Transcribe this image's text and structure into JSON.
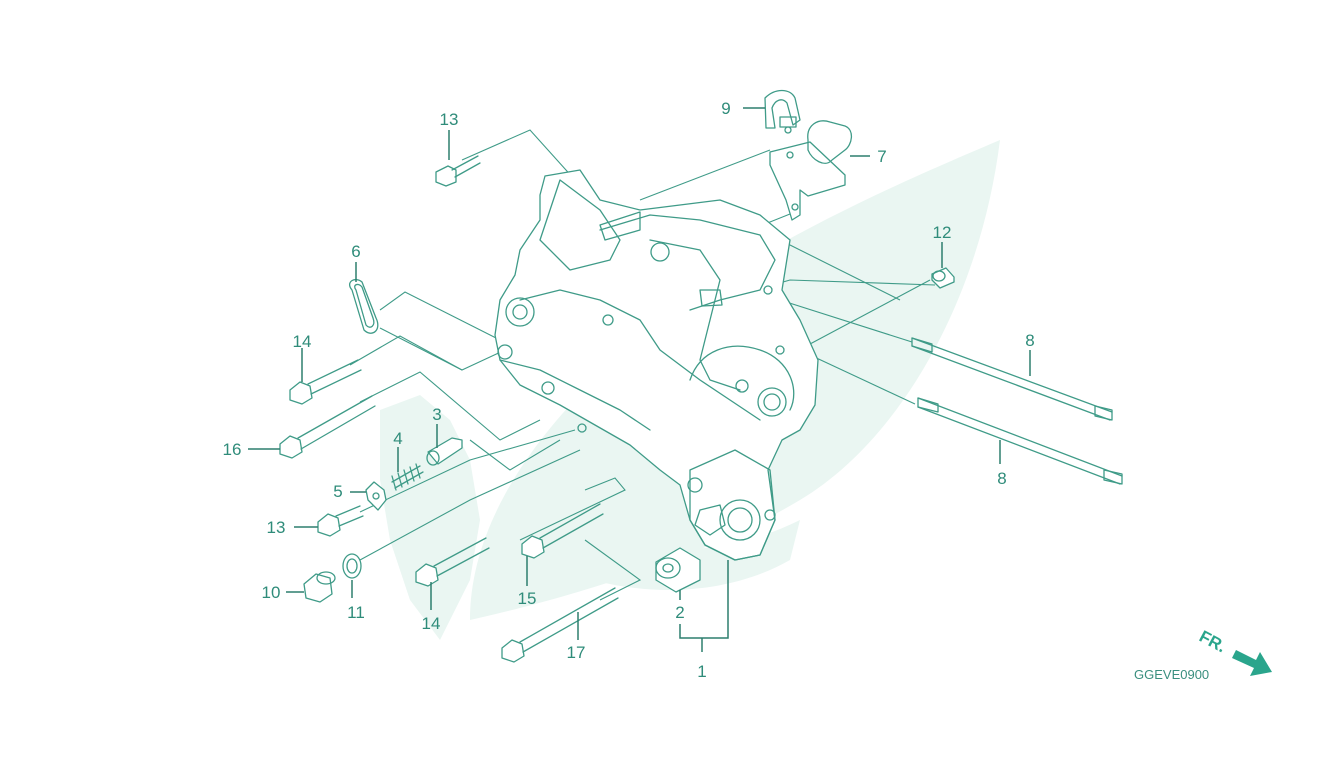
{
  "diagram_code": "GGEVE0900",
  "direction_label": "FR.",
  "colors": {
    "line": "#3f9b88",
    "text": "#2f8c7a",
    "watermark": "#eaf6f2",
    "arrow": "#2aa58c"
  },
  "callouts": {
    "c1": "1",
    "c2": "2",
    "c3": "3",
    "c4": "4",
    "c5": "5",
    "c6": "6",
    "c7": "7",
    "c8a": "8",
    "c8b": "8",
    "c9": "9",
    "c10": "10",
    "c11": "11",
    "c12": "12",
    "c13a": "13",
    "c13b": "13",
    "c14a": "14",
    "c14b": "14",
    "c15": "15",
    "c16": "16",
    "c17": "17"
  }
}
